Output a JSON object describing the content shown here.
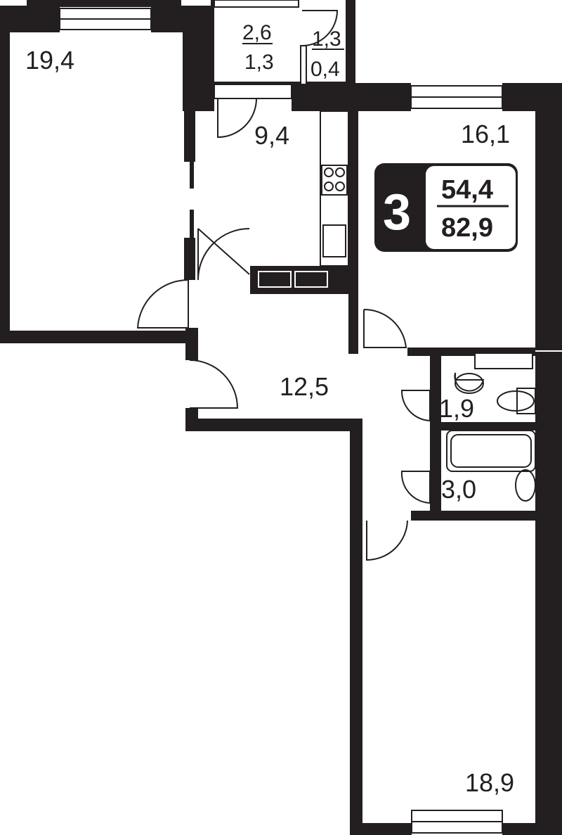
{
  "plan": {
    "rooms_count": "3",
    "living_area": "54,4",
    "total_area": "82,9",
    "rooms": [
      {
        "id": "room-left",
        "area": "19,4"
      },
      {
        "id": "loggia",
        "area": "2,6"
      },
      {
        "id": "loggia-reduced",
        "area": "1,3"
      },
      {
        "id": "balcony",
        "area": "1,3"
      },
      {
        "id": "balcony-reduced",
        "area": "0,4"
      },
      {
        "id": "kitchen",
        "area": "9,4"
      },
      {
        "id": "room-right-top",
        "area": "16,1"
      },
      {
        "id": "hall",
        "area": "12,5"
      },
      {
        "id": "wc",
        "area": "1,9"
      },
      {
        "id": "bathroom",
        "area": "3,0"
      },
      {
        "id": "room-right-bottom",
        "area": "18,9"
      }
    ],
    "colors": {
      "wall": "#231f20",
      "background": "#ffffff"
    }
  }
}
